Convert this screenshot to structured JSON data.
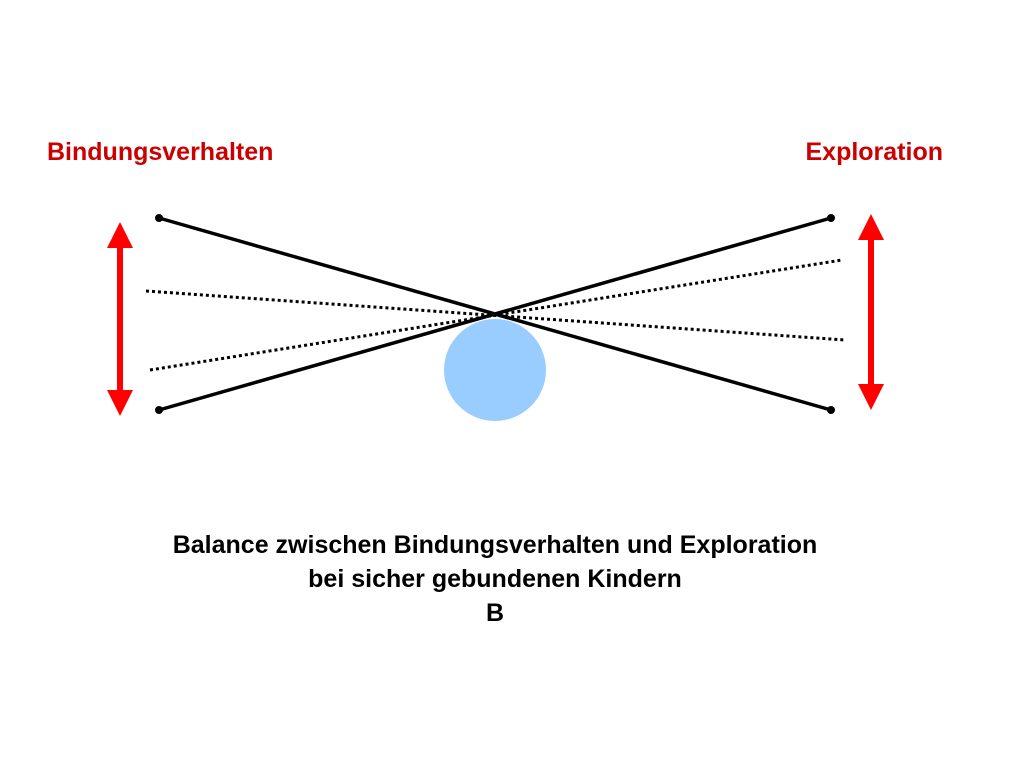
{
  "labels": {
    "left": "Bindungsverhalten",
    "right": "Exploration"
  },
  "caption": {
    "line1": "Balance zwischen Bindungsverhalten und Exploration",
    "line2": "bei sicher gebundenen Kindern",
    "line3": "B"
  },
  "colors": {
    "label_text": "#cc0000",
    "arrow": "#ff0000",
    "line": "#000000",
    "fulcrum": "#99ccff"
  }
}
